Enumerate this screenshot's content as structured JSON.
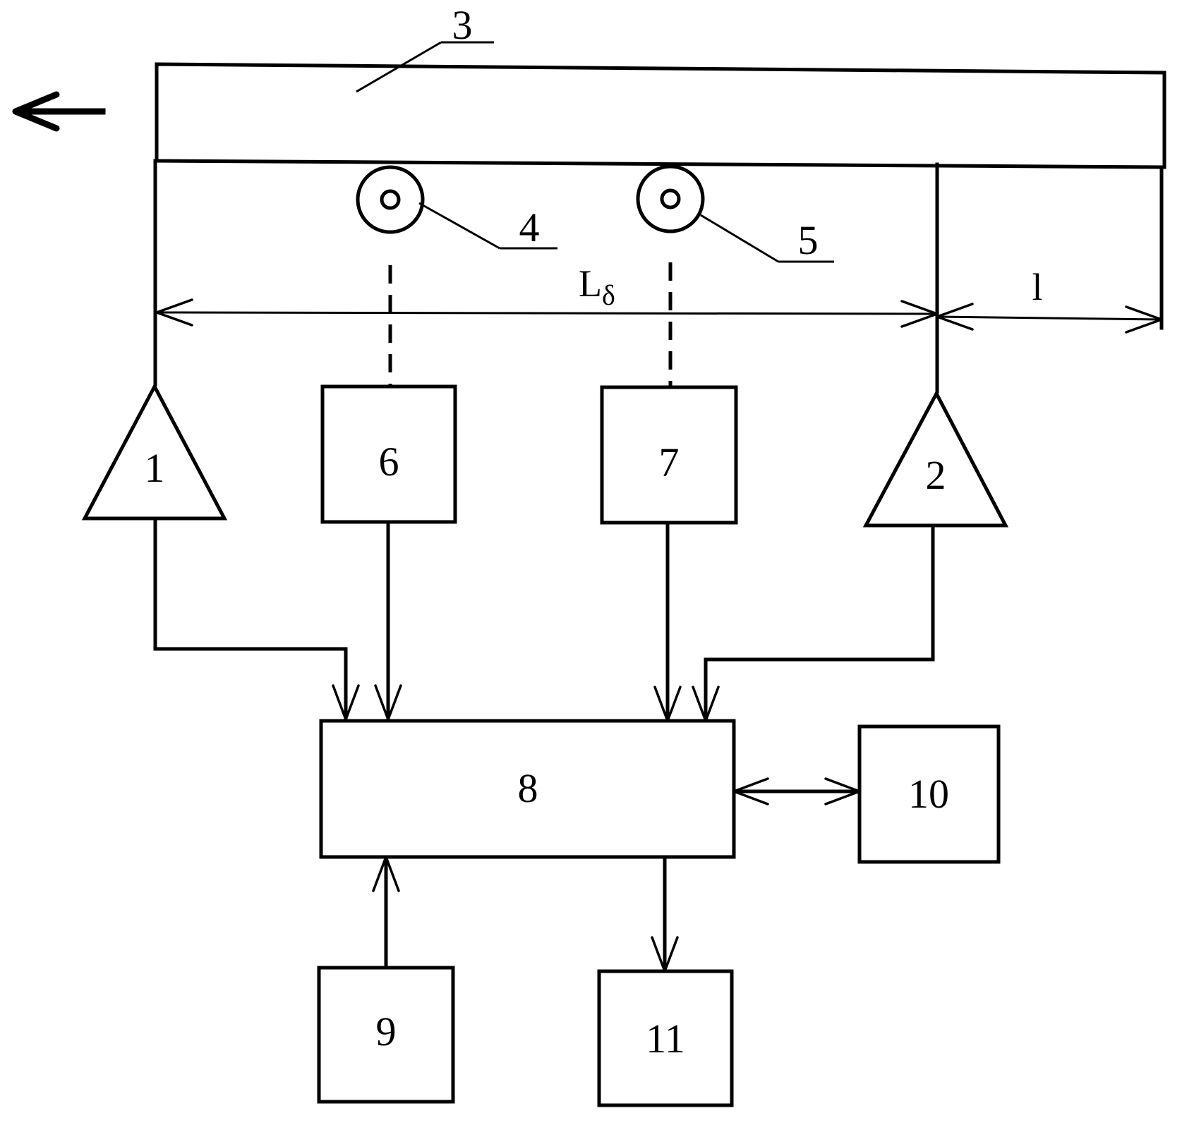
{
  "labels": {
    "receiver_1": "1",
    "receiver_2": "2",
    "object": "3",
    "sensor_4": "4",
    "sensor_5": "5",
    "block_6": "6",
    "block_7": "7",
    "block_8": "8",
    "block_9": "9",
    "block_10": "10",
    "block_11": "11"
  },
  "dimensions": {
    "base_main": "L",
    "base_subscript": "δ",
    "offset": "l"
  },
  "icons": {
    "motion_direction": "arrow-left-icon"
  }
}
